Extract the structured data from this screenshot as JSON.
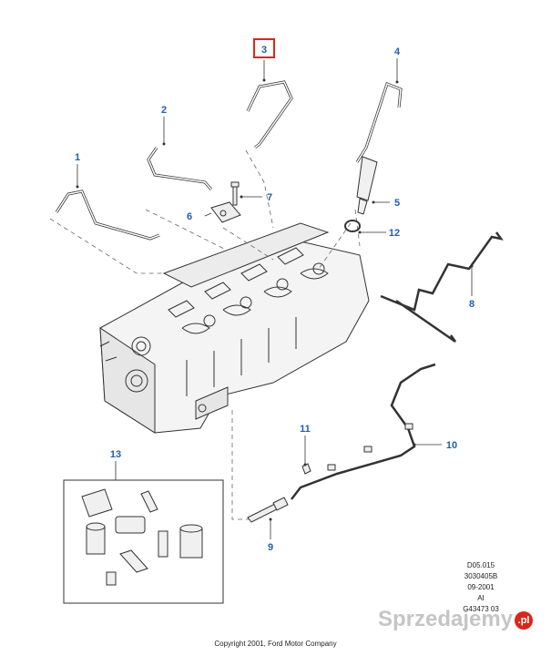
{
  "callouts": [
    {
      "id": "1",
      "label": "1"
    },
    {
      "id": "2",
      "label": "2"
    },
    {
      "id": "3",
      "label": "3"
    },
    {
      "id": "4",
      "label": "4"
    },
    {
      "id": "5",
      "label": "5"
    },
    {
      "id": "6",
      "label": "6"
    },
    {
      "id": "7",
      "label": "7"
    },
    {
      "id": "8",
      "label": "8"
    },
    {
      "id": "9",
      "label": "9"
    },
    {
      "id": "10",
      "label": "10"
    },
    {
      "id": "11",
      "label": "11"
    },
    {
      "id": "12",
      "label": "12"
    },
    {
      "id": "13",
      "label": "13"
    }
  ],
  "highlighted_callout": "3",
  "colors": {
    "callout": "#1f5fae",
    "highlight": "#d9261c",
    "line": "#333333"
  },
  "info_block": {
    "ref": "D05.015",
    "part_no": "3030405B",
    "date": "09-2001",
    "code": "AI",
    "extra": "G43473 03"
  },
  "copyright": "Copyright 2001, Ford Motor Company",
  "watermark": {
    "text": "Sprzedajemy",
    "badge": ".pl"
  }
}
